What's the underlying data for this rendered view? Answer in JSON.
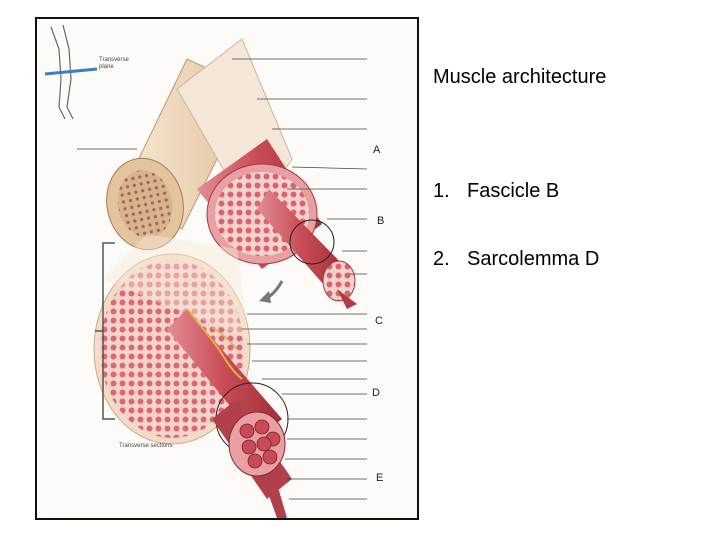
{
  "slide": {
    "title": "Muscle architecture",
    "items": [
      {
        "number": "1.",
        "text": "Fascicle B"
      },
      {
        "number": "2.",
        "text": "Sarcolemma D"
      }
    ]
  },
  "figure": {
    "inset_label": "Transverse\nplane",
    "caption": "Transverse sections",
    "callouts": [
      "A",
      "B",
      "C",
      "D",
      "E"
    ],
    "colors": {
      "tendon": "#f0dcc0",
      "muscle": "#c9525d",
      "muscle_light": "#e8a0a5",
      "fascicle": "#f3c9c6",
      "bone_core": "#b98a6a"
    }
  }
}
